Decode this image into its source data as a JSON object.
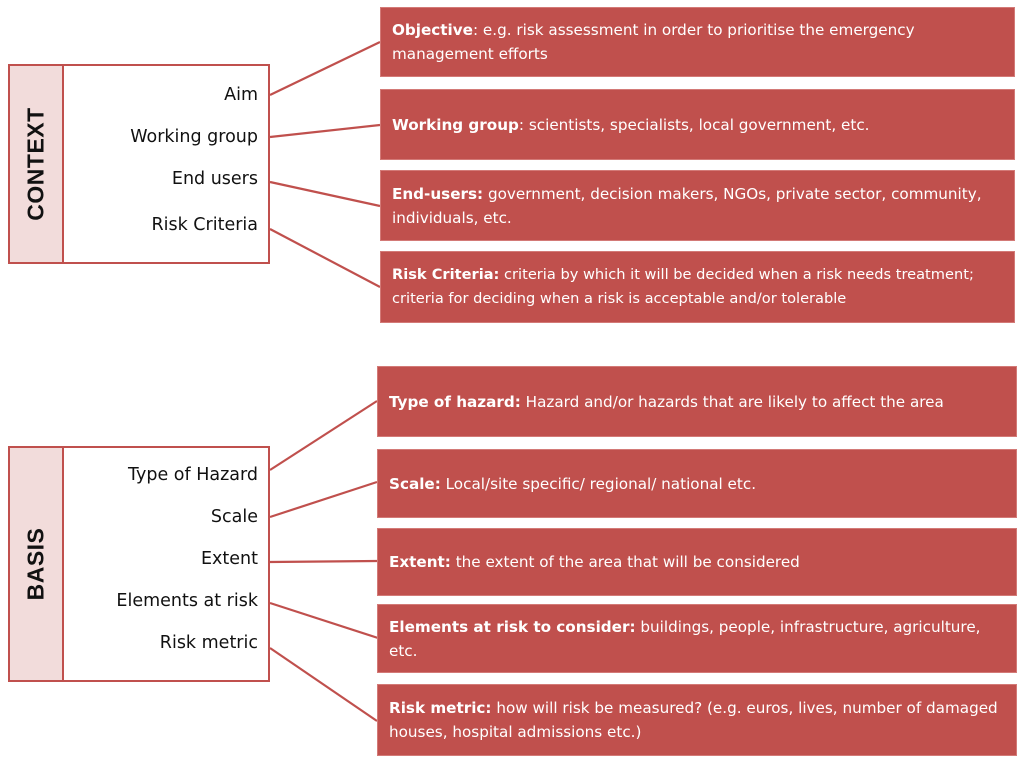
{
  "colors": {
    "accent": "#C0504D",
    "label_fill": "#F2DCDB",
    "text": "#111111",
    "box_text": "#ffffff"
  },
  "context": {
    "label": "CONTEXT",
    "items": [
      "Aim",
      "Working group",
      "End users",
      "Risk Criteria"
    ],
    "descriptions": [
      {
        "term": "Objective",
        "sep": ": ",
        "text": "e.g. risk assessment in order to  prioritise the emergency management efforts"
      },
      {
        "term": "Working group",
        "sep": ": ",
        "text": "scientists, specialists, local government,  etc."
      },
      {
        "term": "End-users:",
        "sep": " ",
        "text": "government, decision makers, NGOs, private sector, community, individuals,  etc."
      },
      {
        "term": "Risk Criteria:",
        "sep": " ",
        "text": "criteria by which it will be decided when a risk needs treatment; criteria for deciding when a risk is acceptable and/or tolerable"
      }
    ]
  },
  "basis": {
    "label": "BASIS",
    "items": [
      "Type of Hazard",
      "Scale",
      "Extent",
      "Elements at risk",
      "Risk metric"
    ],
    "descriptions": [
      {
        "term": "Type of hazard:",
        "sep": " ",
        "text": "Hazard and/or hazards that are likely to affect the area"
      },
      {
        "term": "Scale:",
        "sep": " ",
        "text": "Local/site specific/ regional/ national etc."
      },
      {
        "term": "Extent:",
        "sep": " ",
        "text": "the extent of the area that will be considered"
      },
      {
        "term": "Elements at risk to consider:",
        "sep": " ",
        "text": "buildings, people, infrastructure, agriculture, etc."
      },
      {
        "term": "Risk metric:",
        "sep": " ",
        "text": "how will risk be measured? (e.g. euros, lives, number of damaged houses, hospital admissions etc.)"
      }
    ]
  }
}
